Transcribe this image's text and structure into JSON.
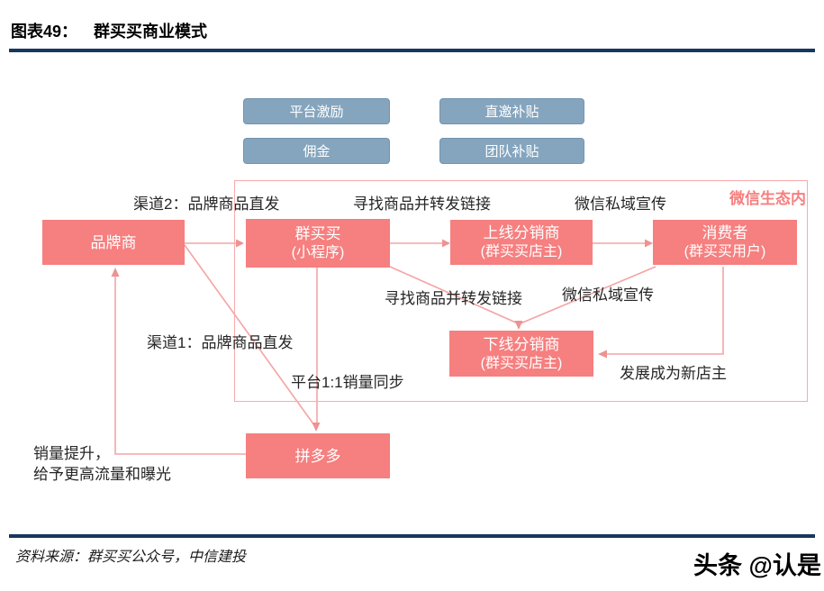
{
  "header": {
    "figure_label": "图表49：",
    "title": "群买买商业模式"
  },
  "incentives": {
    "platform_incentive": "平台激励",
    "commission": "佣金",
    "direct_invite_subsidy": "直邀补贴",
    "team_subsidy": "团队补贴"
  },
  "ecosystem": {
    "label": "微信生态内"
  },
  "nodes": {
    "brand": {
      "label": "品牌商",
      "sublabel": ""
    },
    "qunmaimai": {
      "label": "群买买",
      "sublabel": "(小程序)"
    },
    "upline_distributor": {
      "label": "上线分销商",
      "sublabel": "(群买买店主)"
    },
    "consumer": {
      "label": "消费者",
      "sublabel": "(群买买用户)"
    },
    "downline_distributor": {
      "label": "下线分销商",
      "sublabel": "(群买买店主)"
    },
    "pinduoduo": {
      "label": "拼多多",
      "sublabel": ""
    }
  },
  "edge_labels": {
    "channel2": "渠道2：品牌商品直发",
    "find_forward_top": "寻找商品并转发链接",
    "wechat_private_top": "微信私域宣传",
    "find_forward_mid": "寻找商品并转发链接",
    "wechat_private_mid": "微信私域宣传",
    "channel1": "渠道1：品牌商品直发",
    "platform_sync": "平台1:1销量同步",
    "new_shopkeeper": "发展成为新店主",
    "sales_boost_line1": "销量提升，",
    "sales_boost_line2": "给予更高流量和曝光"
  },
  "footer": {
    "source": "资料来源：群买买公众号，中信建投",
    "watermark": "头条 @认是"
  },
  "colors": {
    "node_pink": "#F67F7F",
    "connector_pink": "#F5A3A3",
    "arrowhead_pink": "#EE9292",
    "ecosystem_border_pink": "#F8ABAB",
    "incentive_blue": "#85A5BE",
    "incentive_blue_border": "#7394AF",
    "rule_navy": "#17375E",
    "label_text": "#262626"
  }
}
